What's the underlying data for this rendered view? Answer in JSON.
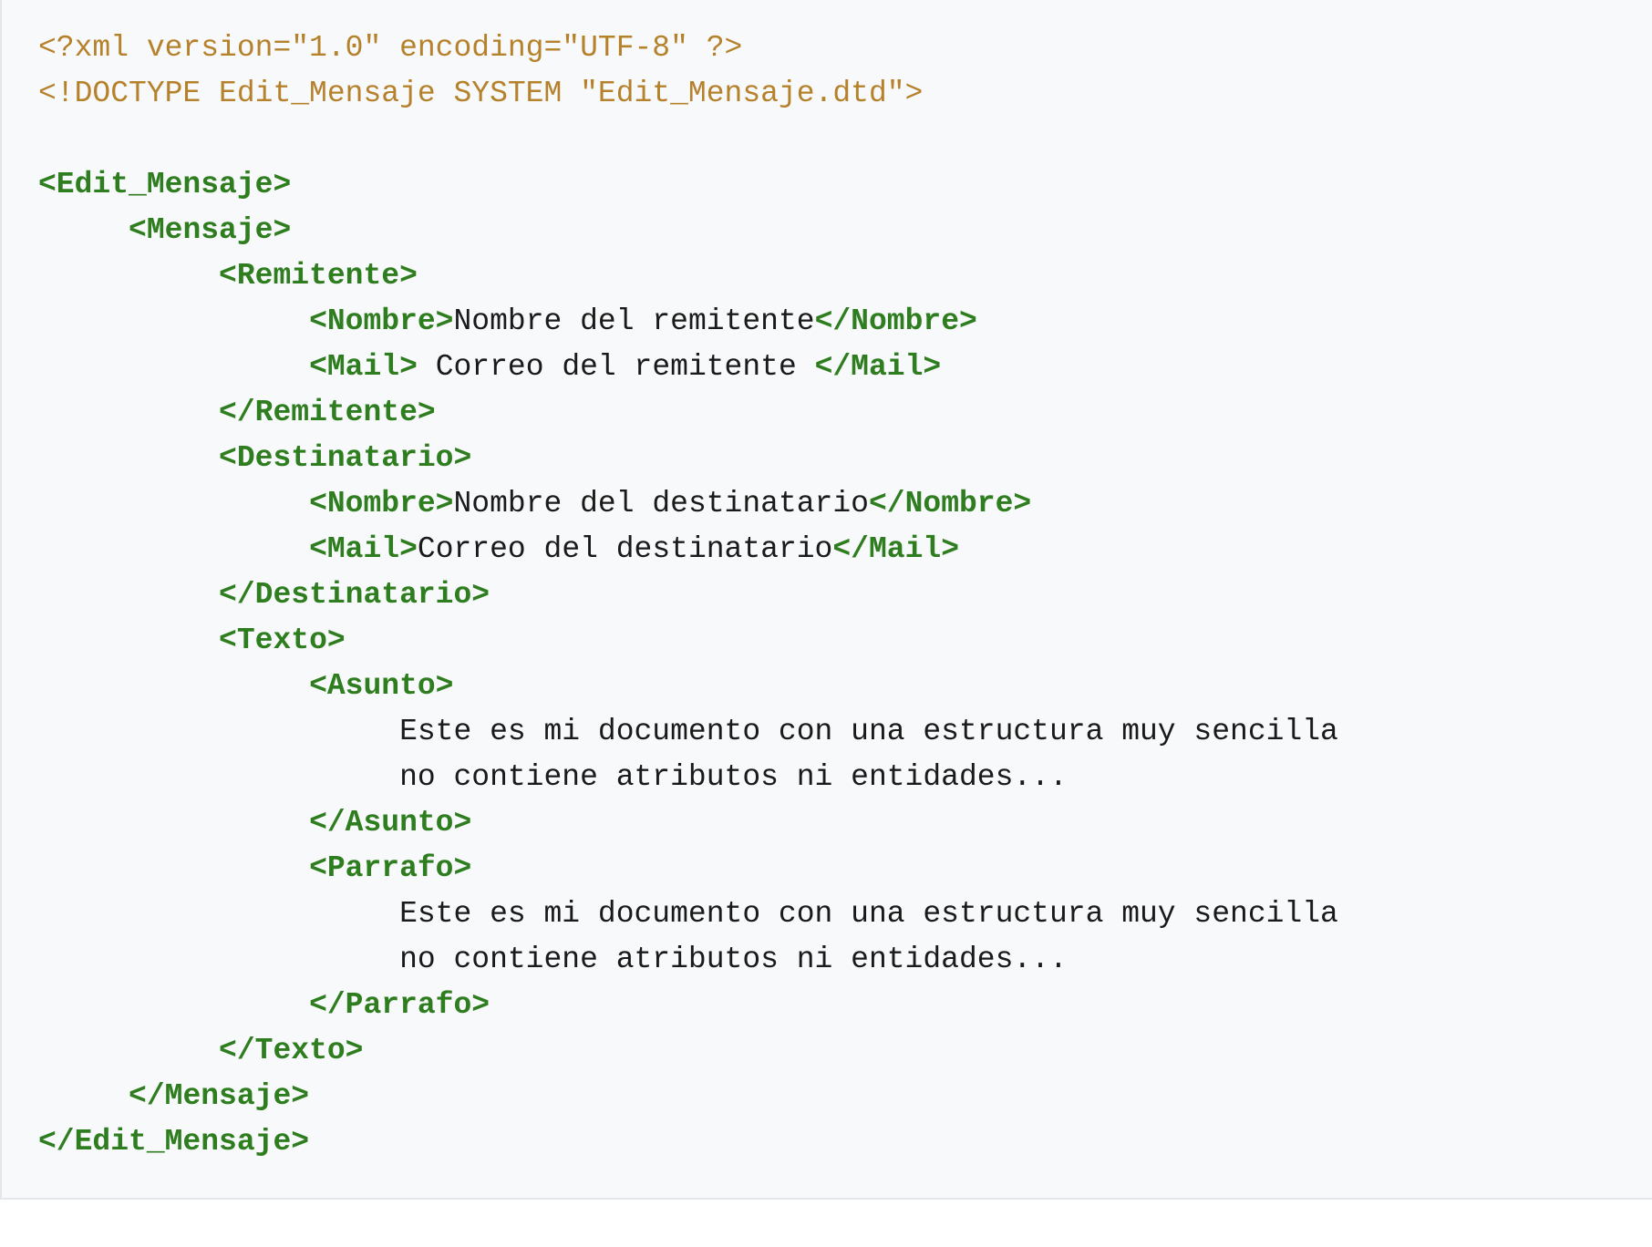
{
  "code": {
    "lines": [
      [
        {
          "t": "pi",
          "v": "<?xml version=\"1.0\" encoding=\"UTF-8\" ?>"
        }
      ],
      [
        {
          "t": "pi",
          "v": "<!DOCTYPE Edit_Mensaje SYSTEM \"Edit_Mensaje.dtd\">"
        }
      ],
      [],
      [
        {
          "t": "tag",
          "v": "<Edit_Mensaje>"
        }
      ],
      [
        {
          "t": "txt",
          "v": "     "
        },
        {
          "t": "tag",
          "v": "<Mensaje>"
        }
      ],
      [
        {
          "t": "txt",
          "v": "          "
        },
        {
          "t": "tag",
          "v": "<Remitente>"
        }
      ],
      [
        {
          "t": "txt",
          "v": "               "
        },
        {
          "t": "tag",
          "v": "<Nombre>"
        },
        {
          "t": "txt",
          "v": "Nombre del remitente"
        },
        {
          "t": "tag",
          "v": "</Nombre>"
        }
      ],
      [
        {
          "t": "txt",
          "v": "               "
        },
        {
          "t": "tag",
          "v": "<Mail>"
        },
        {
          "t": "txt",
          "v": " Correo del remitente "
        },
        {
          "t": "tag",
          "v": "</Mail>"
        }
      ],
      [
        {
          "t": "txt",
          "v": "          "
        },
        {
          "t": "tag",
          "v": "</Remitente>"
        }
      ],
      [
        {
          "t": "txt",
          "v": "          "
        },
        {
          "t": "tag",
          "v": "<Destinatario>"
        }
      ],
      [
        {
          "t": "txt",
          "v": "               "
        },
        {
          "t": "tag",
          "v": "<Nombre>"
        },
        {
          "t": "txt",
          "v": "Nombre del destinatario"
        },
        {
          "t": "tag",
          "v": "</Nombre>"
        }
      ],
      [
        {
          "t": "txt",
          "v": "               "
        },
        {
          "t": "tag",
          "v": "<Mail>"
        },
        {
          "t": "txt",
          "v": "Correo del destinatario"
        },
        {
          "t": "tag",
          "v": "</Mail>"
        }
      ],
      [
        {
          "t": "txt",
          "v": "          "
        },
        {
          "t": "tag",
          "v": "</Destinatario>"
        }
      ],
      [
        {
          "t": "txt",
          "v": "          "
        },
        {
          "t": "tag",
          "v": "<Texto>"
        }
      ],
      [
        {
          "t": "txt",
          "v": "               "
        },
        {
          "t": "tag",
          "v": "<Asunto>"
        }
      ],
      [
        {
          "t": "txt",
          "v": "                    Este es mi documento con una estructura muy sencilla"
        }
      ],
      [
        {
          "t": "txt",
          "v": "                    no contiene atributos ni entidades..."
        }
      ],
      [
        {
          "t": "txt",
          "v": "               "
        },
        {
          "t": "tag",
          "v": "</Asunto>"
        }
      ],
      [
        {
          "t": "txt",
          "v": "               "
        },
        {
          "t": "tag",
          "v": "<Parrafo>"
        }
      ],
      [
        {
          "t": "txt",
          "v": "                    Este es mi documento con una estructura muy sencilla"
        }
      ],
      [
        {
          "t": "txt",
          "v": "                    no contiene atributos ni entidades..."
        }
      ],
      [
        {
          "t": "txt",
          "v": "               "
        },
        {
          "t": "tag",
          "v": "</Parrafo>"
        }
      ],
      [
        {
          "t": "txt",
          "v": "          "
        },
        {
          "t": "tag",
          "v": "</Texto>"
        }
      ],
      [
        {
          "t": "txt",
          "v": "     "
        },
        {
          "t": "tag",
          "v": "</Mensaje>"
        }
      ],
      [
        {
          "t": "tag",
          "v": "</Edit_Mensaje>"
        }
      ]
    ]
  },
  "colors": {
    "processing_instruction": "#b5812a",
    "tag": "#2e7d1f",
    "text": "#1a1a1a",
    "background": "#f8f9fb"
  }
}
